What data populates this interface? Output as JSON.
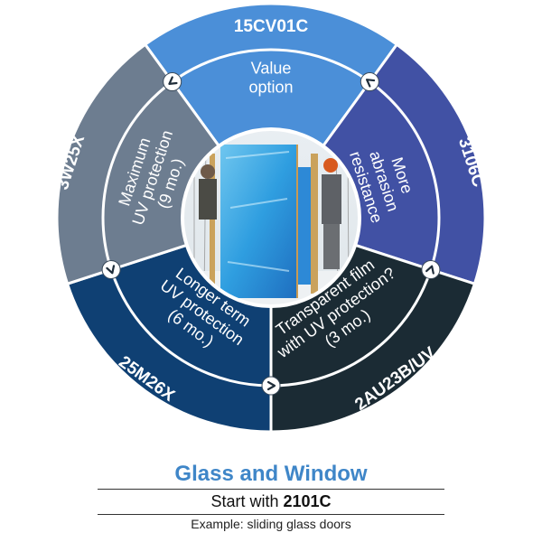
{
  "segments": [
    {
      "code": "15CV01C",
      "lines": [
        "Value",
        "option"
      ],
      "color": "#4b8fd8"
    },
    {
      "code": "3106C",
      "lines": [
        "More",
        "abrasion",
        "resistance"
      ],
      "color": "#4151a4"
    },
    {
      "code": "2AU23B/UV",
      "lines": [
        "Transparent film",
        "with UV protection?",
        "(3 mo.)"
      ],
      "color": "#1b2b34"
    },
    {
      "code": "25M26X",
      "lines": [
        "Longer term",
        "UV protection",
        "(6 mo.)"
      ],
      "color": "#0f4073"
    },
    {
      "code": "3W25X",
      "lines": [
        "Maximum",
        "UV protection",
        "(9 mo.)"
      ],
      "color": "#6d7d90"
    }
  ],
  "photo_description": "Workers handling a large glass panel wrapped in blue protective film",
  "footer": {
    "title": "Glass and Window",
    "start_prefix": "Start with",
    "start_code": "2101C",
    "example": "Example: sliding glass doors"
  }
}
